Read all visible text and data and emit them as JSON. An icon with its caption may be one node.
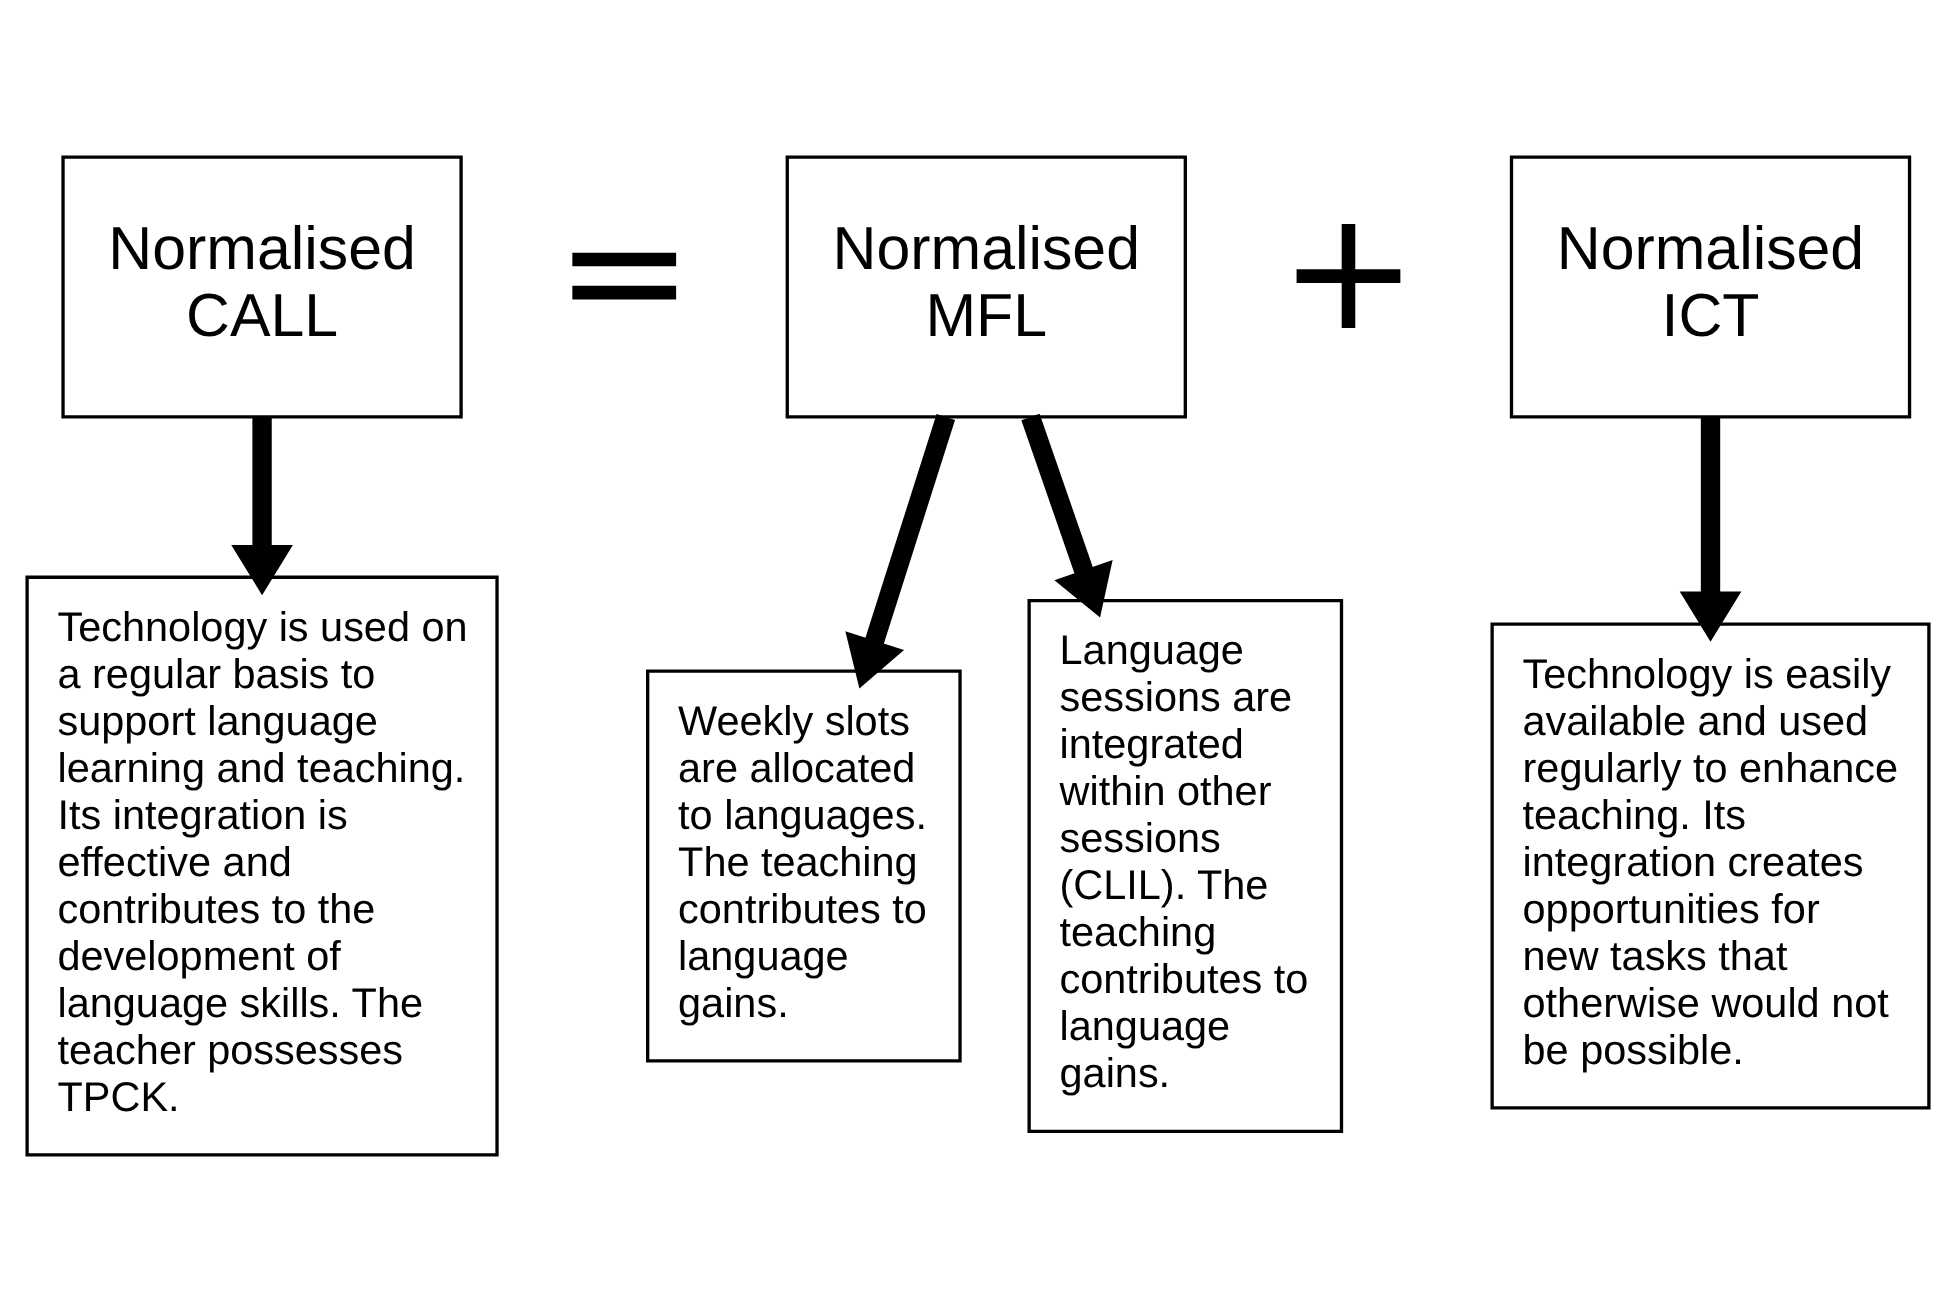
{
  "diagram": {
    "nodes": [
      {
        "text": [
          "Normalised CALL"
        ]
      },
      {
        "text": [
          "Normalised MFL"
        ]
      },
      {
        "text": [
          "Normalised ICT"
        ]
      },
      {
        "text": [
          "Technology is used on a regular basis to support language learning and teaching. Its integration is effective and contributes to the development of language skills. The teacher possesses TPCK."
        ]
      },
      {
        "text": [
          "Weekly slots are allocated to languages. The teaching contributes to language gains."
        ]
      },
      {
        "text": [
          "Language sessions are integrated within other sessions (CLIL). The teaching contributes to language gains."
        ]
      },
      {
        "text": [
          "Technology is easily available and used regularly to enhance teaching. Its integration creates opportunities for new tasks that otherwise would not be possible."
        ]
      }
    ],
    "edges": [
      {
        "from": 0,
        "to": 3,
        "arrow": "to"
      },
      {
        "from": 1,
        "to": 4,
        "arrow": "to"
      },
      {
        "from": 1,
        "to": 5,
        "arrow": "to"
      },
      {
        "from": 2,
        "to": 6,
        "arrow": "to"
      }
    ],
    "labels": [
      "=",
      "+"
    ]
  }
}
